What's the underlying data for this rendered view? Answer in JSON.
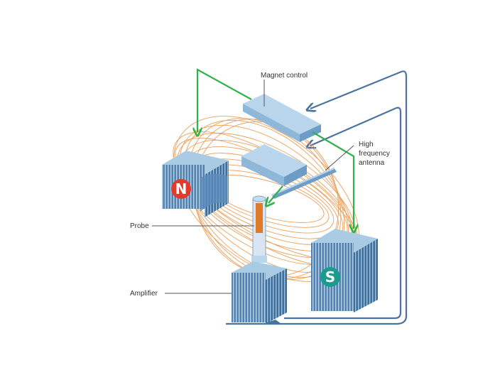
{
  "diagram": {
    "labels": {
      "magnet_control": "Magnet control",
      "antenna_line1": "High",
      "antenna_line2": "frequency",
      "antenna_line3": "antenna",
      "probe": "Probe",
      "amplifier": "Amplifier"
    },
    "poles": {
      "north": "N",
      "south": "S"
    },
    "colors": {
      "control_arrow": "#2db34a",
      "signal_line": "#4a73a0",
      "field_lines": "#e8964a",
      "magnet_front": "#4f84b5",
      "magnet_side": "#3c6e9e",
      "magnet_top": "#a9cbe4",
      "block_light": "#b9d6ec",
      "probe_core": "#e07a2a",
      "north_badge": "#e23b2e",
      "south_badge": "#1c9a8c"
    }
  }
}
